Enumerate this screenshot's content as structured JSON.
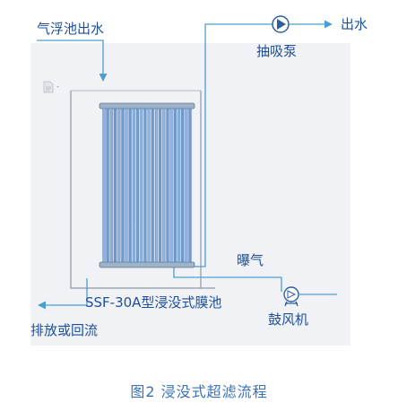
{
  "labels": {
    "inlet": "气浮池出水",
    "outlet": "出水",
    "pump": "抽吸泵",
    "aeration": "曝气",
    "tank_name": "SSF-30A型浸没式膜池",
    "blower": "鼓风机",
    "drain": "排放或回流"
  },
  "caption": "图2  浸没式超滤流程",
  "colors": {
    "label": "#1d4f9a",
    "caption": "#3a72b8",
    "pipe": "#4a9fd1",
    "tank": "#8c9aa8",
    "panel_background": "#f1f2f5",
    "membrane": "#7ba7d6"
  },
  "icons": [
    "document-icon",
    "pump-icon",
    "blower-icon",
    "membrane-module-icon"
  ]
}
